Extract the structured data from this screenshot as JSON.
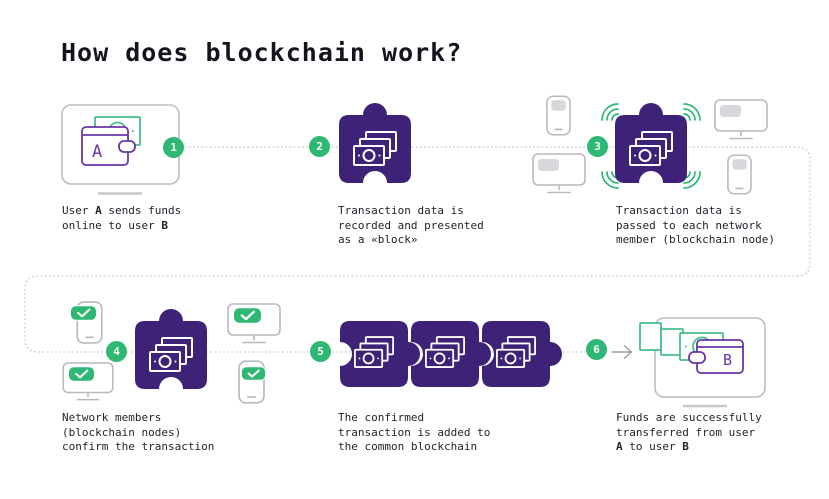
{
  "title": "How does blockchain work?",
  "colors": {
    "accent_green": "#2eb873",
    "note_green": "#43c089",
    "block_purple": "#3d2277",
    "wallet_purple": "#6936a8",
    "device_gray": "#b8b8be",
    "screen_gray": "#d8d8dc",
    "dotted_line_gray": "#c9c9ce",
    "text_dark": "#20202a"
  },
  "wallet_a_label": "A",
  "wallet_b_label": "B",
  "icons": {
    "wallet-icon": "outline wallet with clasp",
    "banknote-icon": "stacked banknotes with coin circle",
    "block-puzzle-icon": "puzzle piece block",
    "monitor-icon": "desktop monitor with stand",
    "smartphone-icon": "smartphone with home line",
    "signal-waves-icon": "three broadcast arcs",
    "check-badge-icon": "green rounded badge with white check",
    "arrow-right-icon": "thin gray right arrow"
  },
  "steps": [
    {
      "number": "1",
      "caption_lines": [
        [
          {
            "t": "User ",
            "b": 0
          },
          {
            "t": "A",
            "b": 1
          },
          {
            "t": " sends funds",
            "b": 0
          }
        ],
        [
          {
            "t": "online to user ",
            "b": 0
          },
          {
            "t": "B",
            "b": 1
          }
        ]
      ]
    },
    {
      "number": "2",
      "caption_lines": [
        [
          {
            "t": "Transaction data is",
            "b": 0
          }
        ],
        [
          {
            "t": "recorded and presented",
            "b": 0
          }
        ],
        [
          {
            "t": "as a «block»",
            "b": 0
          }
        ]
      ]
    },
    {
      "number": "3",
      "caption_lines": [
        [
          {
            "t": "Transaction data is",
            "b": 0
          }
        ],
        [
          {
            "t": "passed to each network",
            "b": 0
          }
        ],
        [
          {
            "t": "member (blockchain node)",
            "b": 0
          }
        ]
      ]
    },
    {
      "number": "4",
      "caption_lines": [
        [
          {
            "t": "Network members",
            "b": 0
          }
        ],
        [
          {
            "t": "(blockchain nodes)",
            "b": 0
          }
        ],
        [
          {
            "t": "confirm the transaction",
            "b": 0
          }
        ]
      ]
    },
    {
      "number": "5",
      "caption_lines": [
        [
          {
            "t": "The confirmed",
            "b": 0
          }
        ],
        [
          {
            "t": "transaction is added to",
            "b": 0
          }
        ],
        [
          {
            "t": "the common blockchain",
            "b": 0
          }
        ]
      ]
    },
    {
      "number": "6",
      "caption_lines": [
        [
          {
            "t": "Funds are successfully",
            "b": 0
          }
        ],
        [
          {
            "t": "transferred from user",
            "b": 0
          }
        ],
        [
          {
            "t": "A",
            "b": 1
          },
          {
            "t": " to user ",
            "b": 0
          },
          {
            "t": "B",
            "b": 1
          }
        ]
      ]
    }
  ]
}
